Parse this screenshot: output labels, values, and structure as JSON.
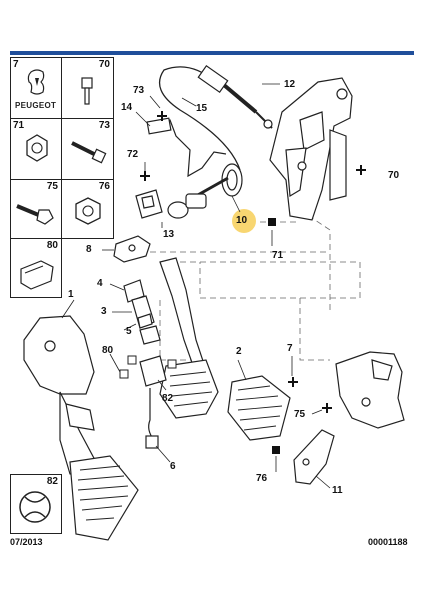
{
  "header": {
    "bar_color": "#1f4e9a"
  },
  "brand": {
    "name": "PEUGEOT"
  },
  "accent_color": "#f5c842",
  "side_panel": {
    "cells": [
      {
        "num": "7"
      },
      {
        "num": "70"
      },
      {
        "num": "71"
      },
      {
        "num": "73"
      },
      {
        "num": "75"
      },
      {
        "num": "76"
      },
      {
        "num": "80"
      },
      {
        "num": "82"
      }
    ]
  },
  "labels": {
    "n12": "12",
    "n15": "15",
    "n73": "73",
    "n14": "14",
    "n72": "72",
    "n13": "13",
    "n10": "10",
    "n70": "70",
    "n71": "71",
    "n8": "8",
    "n4": "4",
    "n3": "3",
    "n5": "5",
    "n1": "1",
    "n80": "80",
    "n82": "82",
    "n2": "2",
    "n7": "7",
    "n75": "75",
    "n76": "76",
    "n11": "11",
    "n6": "6"
  },
  "footer": {
    "date": "07/2013",
    "code": "00001188"
  }
}
